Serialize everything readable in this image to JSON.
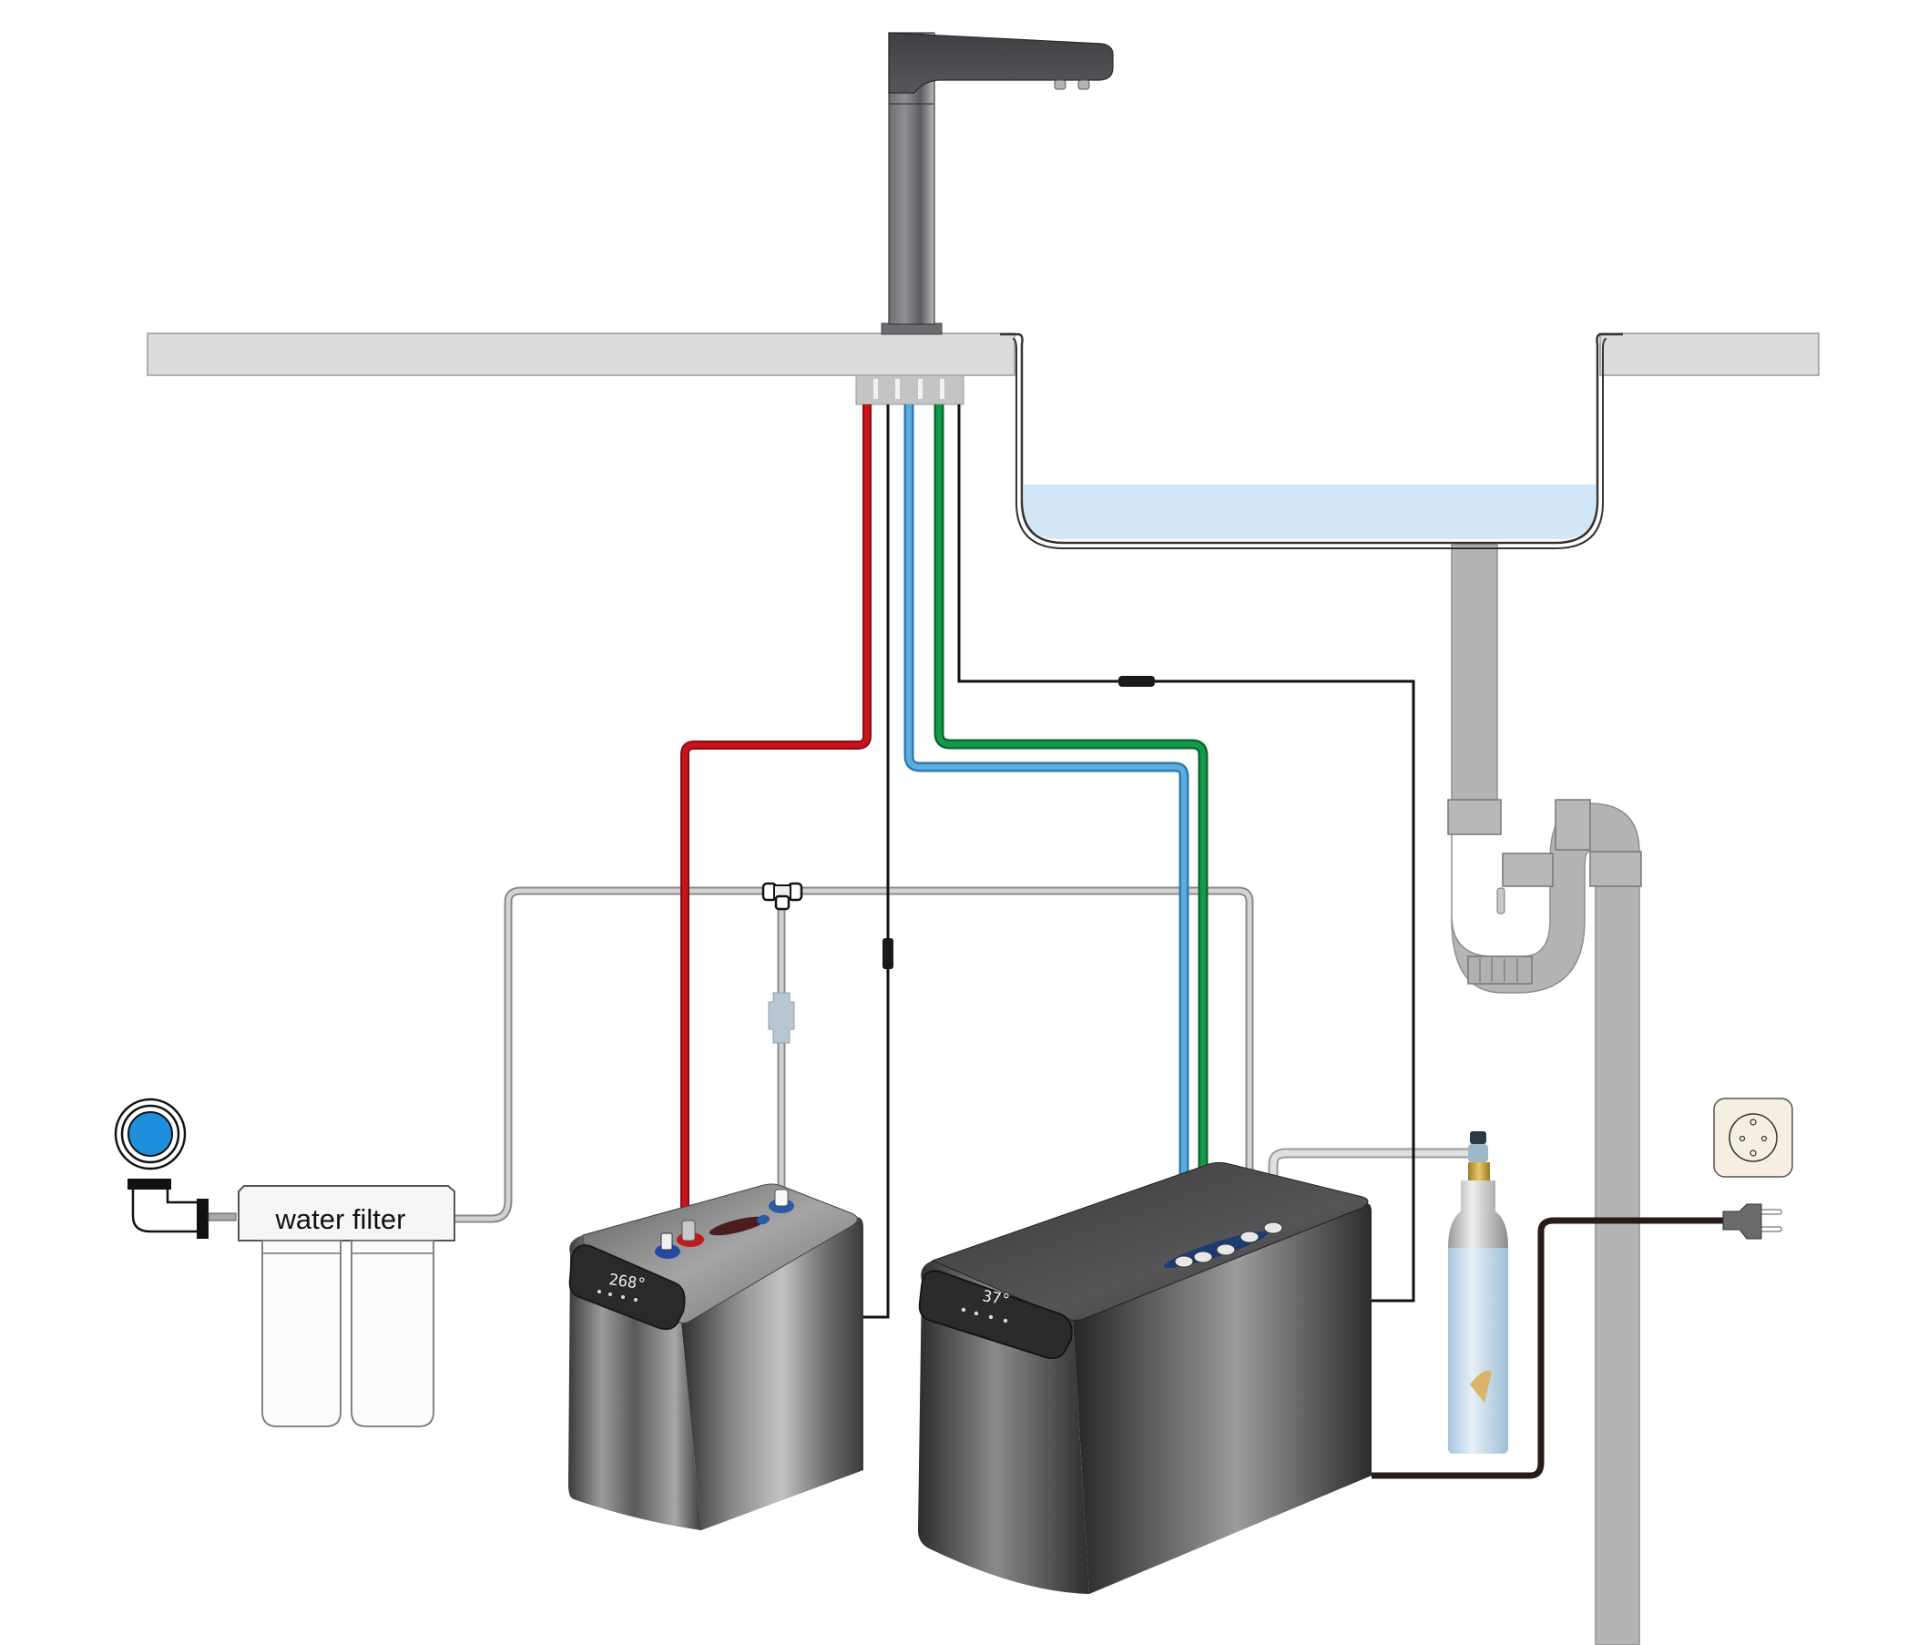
{
  "diagram": {
    "title": "Under-sink boiling, chilled & sparkling water tap installation",
    "components": {
      "faucet": {
        "name": "Multi-function tap",
        "outlets": 2
      },
      "countertop": {
        "name": "Countertop"
      },
      "sink": {
        "name": "Sink basin",
        "water_fill_fraction": 0.27
      },
      "drain": {
        "name": "P-trap drain pipe"
      },
      "shutoff_valve": {
        "name": "Angle stop valve"
      },
      "water_filter": {
        "label": "water filter",
        "cartridges": 2
      },
      "tee_valve": {
        "name": "Tee connector"
      },
      "check_valve": {
        "name": "Inline check valve"
      },
      "hot_unit": {
        "name": "Boiling water unit",
        "display": "268°"
      },
      "chiller_unit": {
        "name": "Chilled / sparkling unit",
        "display": "37°"
      },
      "co2_cylinder": {
        "name": "CO2 cylinder"
      },
      "power_socket": {
        "name": "Wall socket"
      },
      "power_plug": {
        "name": "Power plug"
      }
    },
    "hoses": [
      {
        "name": "hot-water-hose",
        "color": "#c9141a"
      },
      {
        "name": "control-cable-1",
        "color": "#111111"
      },
      {
        "name": "chilled-water-hose",
        "color": "#4a9bd0"
      },
      {
        "name": "sparkling-water-hose",
        "color": "#10893e"
      },
      {
        "name": "control-cable-2",
        "color": "#111111"
      },
      {
        "name": "supply-line",
        "color": "#bdbdbd"
      },
      {
        "name": "co2-line",
        "color": "#d0d0d0"
      },
      {
        "name": "power-cord",
        "color": "#2a1a18"
      }
    ],
    "colors": {
      "countertop": "#dcdcdc",
      "pipe": "#b4b4b4",
      "water": "#d2e6f6",
      "valve_blue": "#1d8fdc",
      "socket": "#f4efe2"
    }
  }
}
